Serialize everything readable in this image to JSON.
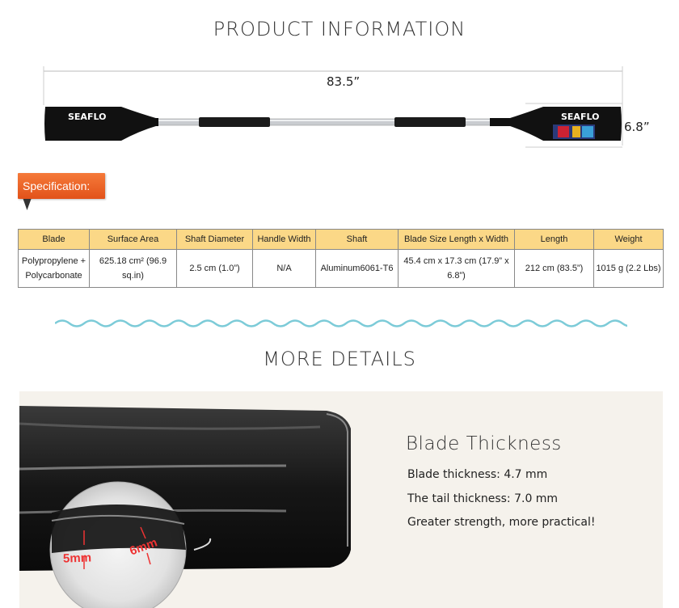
{
  "header": {
    "title": "PRODUCT INFORMATION"
  },
  "paddle": {
    "length_label": "83.5”",
    "blade_width_label": "6.8”",
    "brand": "SEAFLO"
  },
  "specification": {
    "tag": "Specification:",
    "columns": [
      "Blade",
      "Surface Area",
      "Shaft Diameter",
      "Handle Width",
      "Shaft",
      "Blade Size Length x Width",
      "Length",
      "Weight"
    ],
    "row": {
      "blade_1": "Polypropylene +",
      "blade_2": "Polycarbonate",
      "surface_1": "625.18 cm² (96.9",
      "surface_2": "sq.in)",
      "shaft_diameter": "2.5 cm (1.0”)",
      "handle_width": "N/A",
      "shaft": "Aluminum6061-T6",
      "blade_size_1": "45.4 cm x 17.3 cm (17.9” x",
      "blade_size_2": "6.8”)",
      "length": "212 cm (83.5”)",
      "weight": "1015 g (2.2 Lbs)"
    }
  },
  "details": {
    "title": "MORE DETAILS",
    "heading": "Blade Thickness",
    "lines": [
      "Blade thickness: 4.7 mm",
      "The tail thickness: 7.0 mm",
      "Greater strength, more practical!"
    ],
    "callout_a": "5mm",
    "callout_b": "6mm"
  },
  "colors": {
    "tag": "#e85a1f",
    "header_cell": "#fbd887",
    "wave": "#7ccbd8"
  }
}
